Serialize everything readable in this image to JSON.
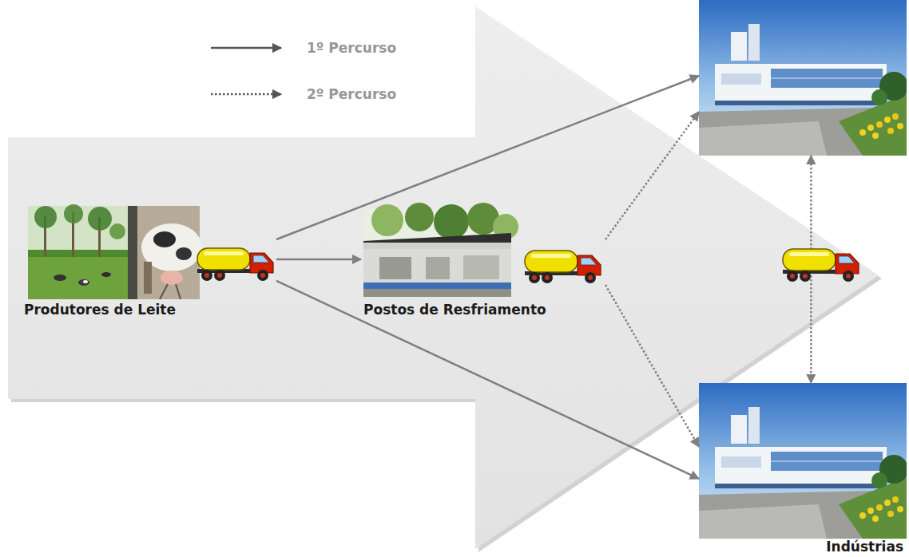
{
  "diagram": {
    "nodes": [
      {
        "text": [
          "Produtores de Leite"
        ]
      },
      {
        "text": [
          "Postos de Resfriamento"
        ]
      },
      {
        "text": []
      },
      {
        "text": [
          "Indústrias"
        ]
      }
    ],
    "edges": [
      {
        "from": 0,
        "to": 2,
        "arrow": "to"
      },
      {
        "from": 0,
        "to": 1,
        "arrow": "to"
      },
      {
        "from": 0,
        "to": 3,
        "arrow": "to"
      },
      {
        "from": 1,
        "to": 2,
        "arrow": "to"
      },
      {
        "from": 1,
        "to": 3,
        "arrow": "to"
      },
      {
        "from": 2,
        "to": 3,
        "arrow": "both"
      }
    ],
    "legend": [
      {
        "text": "1º Percurso"
      },
      {
        "text": "2º Percurso"
      }
    ]
  }
}
